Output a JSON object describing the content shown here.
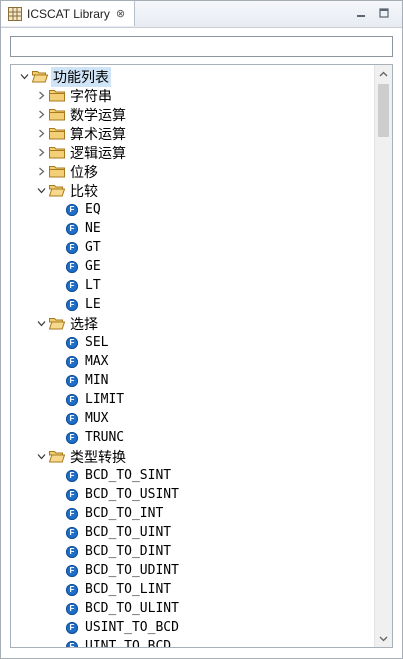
{
  "tab": {
    "title": "ICSCAT Library",
    "close": "⊗"
  },
  "search": {
    "value": "",
    "placeholder": ""
  },
  "tree": {
    "root": "功能列表",
    "categories": {
      "string": "字符串",
      "math": "数学运算",
      "arith": "算术运算",
      "logic": "逻辑运算",
      "shift": "位移",
      "compare": "比较",
      "select": "选择",
      "convert": "类型转换"
    },
    "compare_items": [
      "EQ",
      "NE",
      "GT",
      "GE",
      "LT",
      "LE"
    ],
    "select_items": [
      "SEL",
      "MAX",
      "MIN",
      "LIMIT",
      "MUX",
      "TRUNC"
    ],
    "convert_items": [
      "BCD_TO_SINT",
      "BCD_TO_USINT",
      "BCD_TO_INT",
      "BCD_TO_UINT",
      "BCD_TO_DINT",
      "BCD_TO_UDINT",
      "BCD_TO_LINT",
      "BCD_TO_ULINT",
      "USINT_TO_BCD",
      "UINT_TO_BCD"
    ],
    "function_badge": "F"
  },
  "colors": {
    "folder": "#e8b64c",
    "badge": "#1d6fc9",
    "selection": "#cfe4f7"
  }
}
